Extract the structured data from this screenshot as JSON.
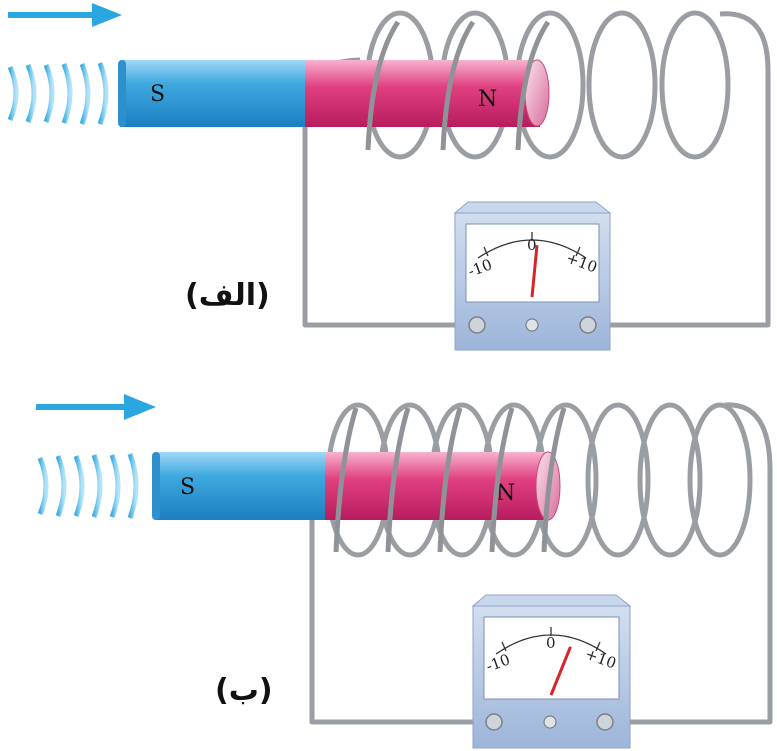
{
  "panels": [
    {
      "caption": "(الف)",
      "south_label": "S",
      "north_label": "N",
      "meter": {
        "left_label": "-10",
        "zero_label": "0",
        "right_label": "+10",
        "needle_reading": 1
      }
    },
    {
      "caption": "(ب)",
      "south_label": "S",
      "north_label": "N",
      "meter": {
        "left_label": "-10",
        "zero_label": "0",
        "right_label": "+10",
        "needle_reading": 4
      }
    }
  ],
  "colors": {
    "motion_arrow": "#2aa6e0",
    "magnet_south": "#3fa9df",
    "magnet_north": "#e0407f",
    "wire": "#9a9ea3",
    "meter_body": "#b9cbe6",
    "needle": "#d8232a"
  },
  "icons": [
    "motion-arrow-icon",
    "motion-lines-icon",
    "bar-magnet",
    "coil",
    "galvanometer"
  ]
}
